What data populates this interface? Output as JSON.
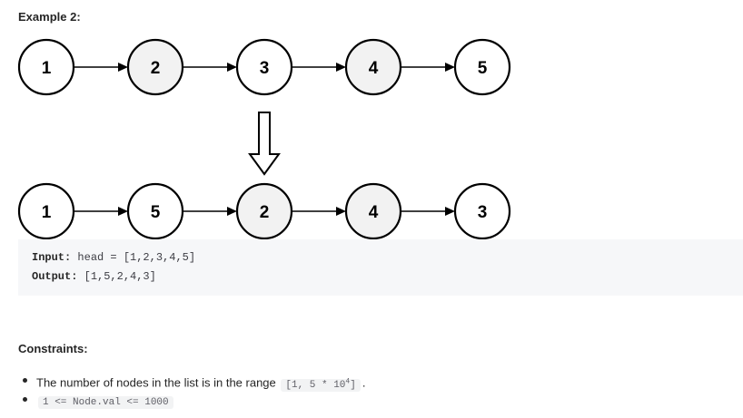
{
  "example": {
    "heading": "Example 2:"
  },
  "diagram": {
    "before": [
      "1",
      "2",
      "3",
      "4",
      "5"
    ],
    "after": [
      "1",
      "5",
      "2",
      "4",
      "3"
    ],
    "node_colors": {
      "plain": "#ffffff",
      "moved": "#f2f2f2"
    }
  },
  "code": {
    "input_label": "Input:",
    "input_value": " head = [1,2,3,4,5]",
    "output_label": "Output:",
    "output_value": " [1,5,2,4,3]"
  },
  "constraints": {
    "heading": "Constraints:",
    "item1_text": "The number of nodes in the list is in the range ",
    "item1_code_prefix": "[1, 5 * 10",
    "item1_code_exp": "4",
    "item1_code_suffix": "]",
    "item1_end": ".",
    "item2_code": "1 <= Node.val <= 1000"
  }
}
